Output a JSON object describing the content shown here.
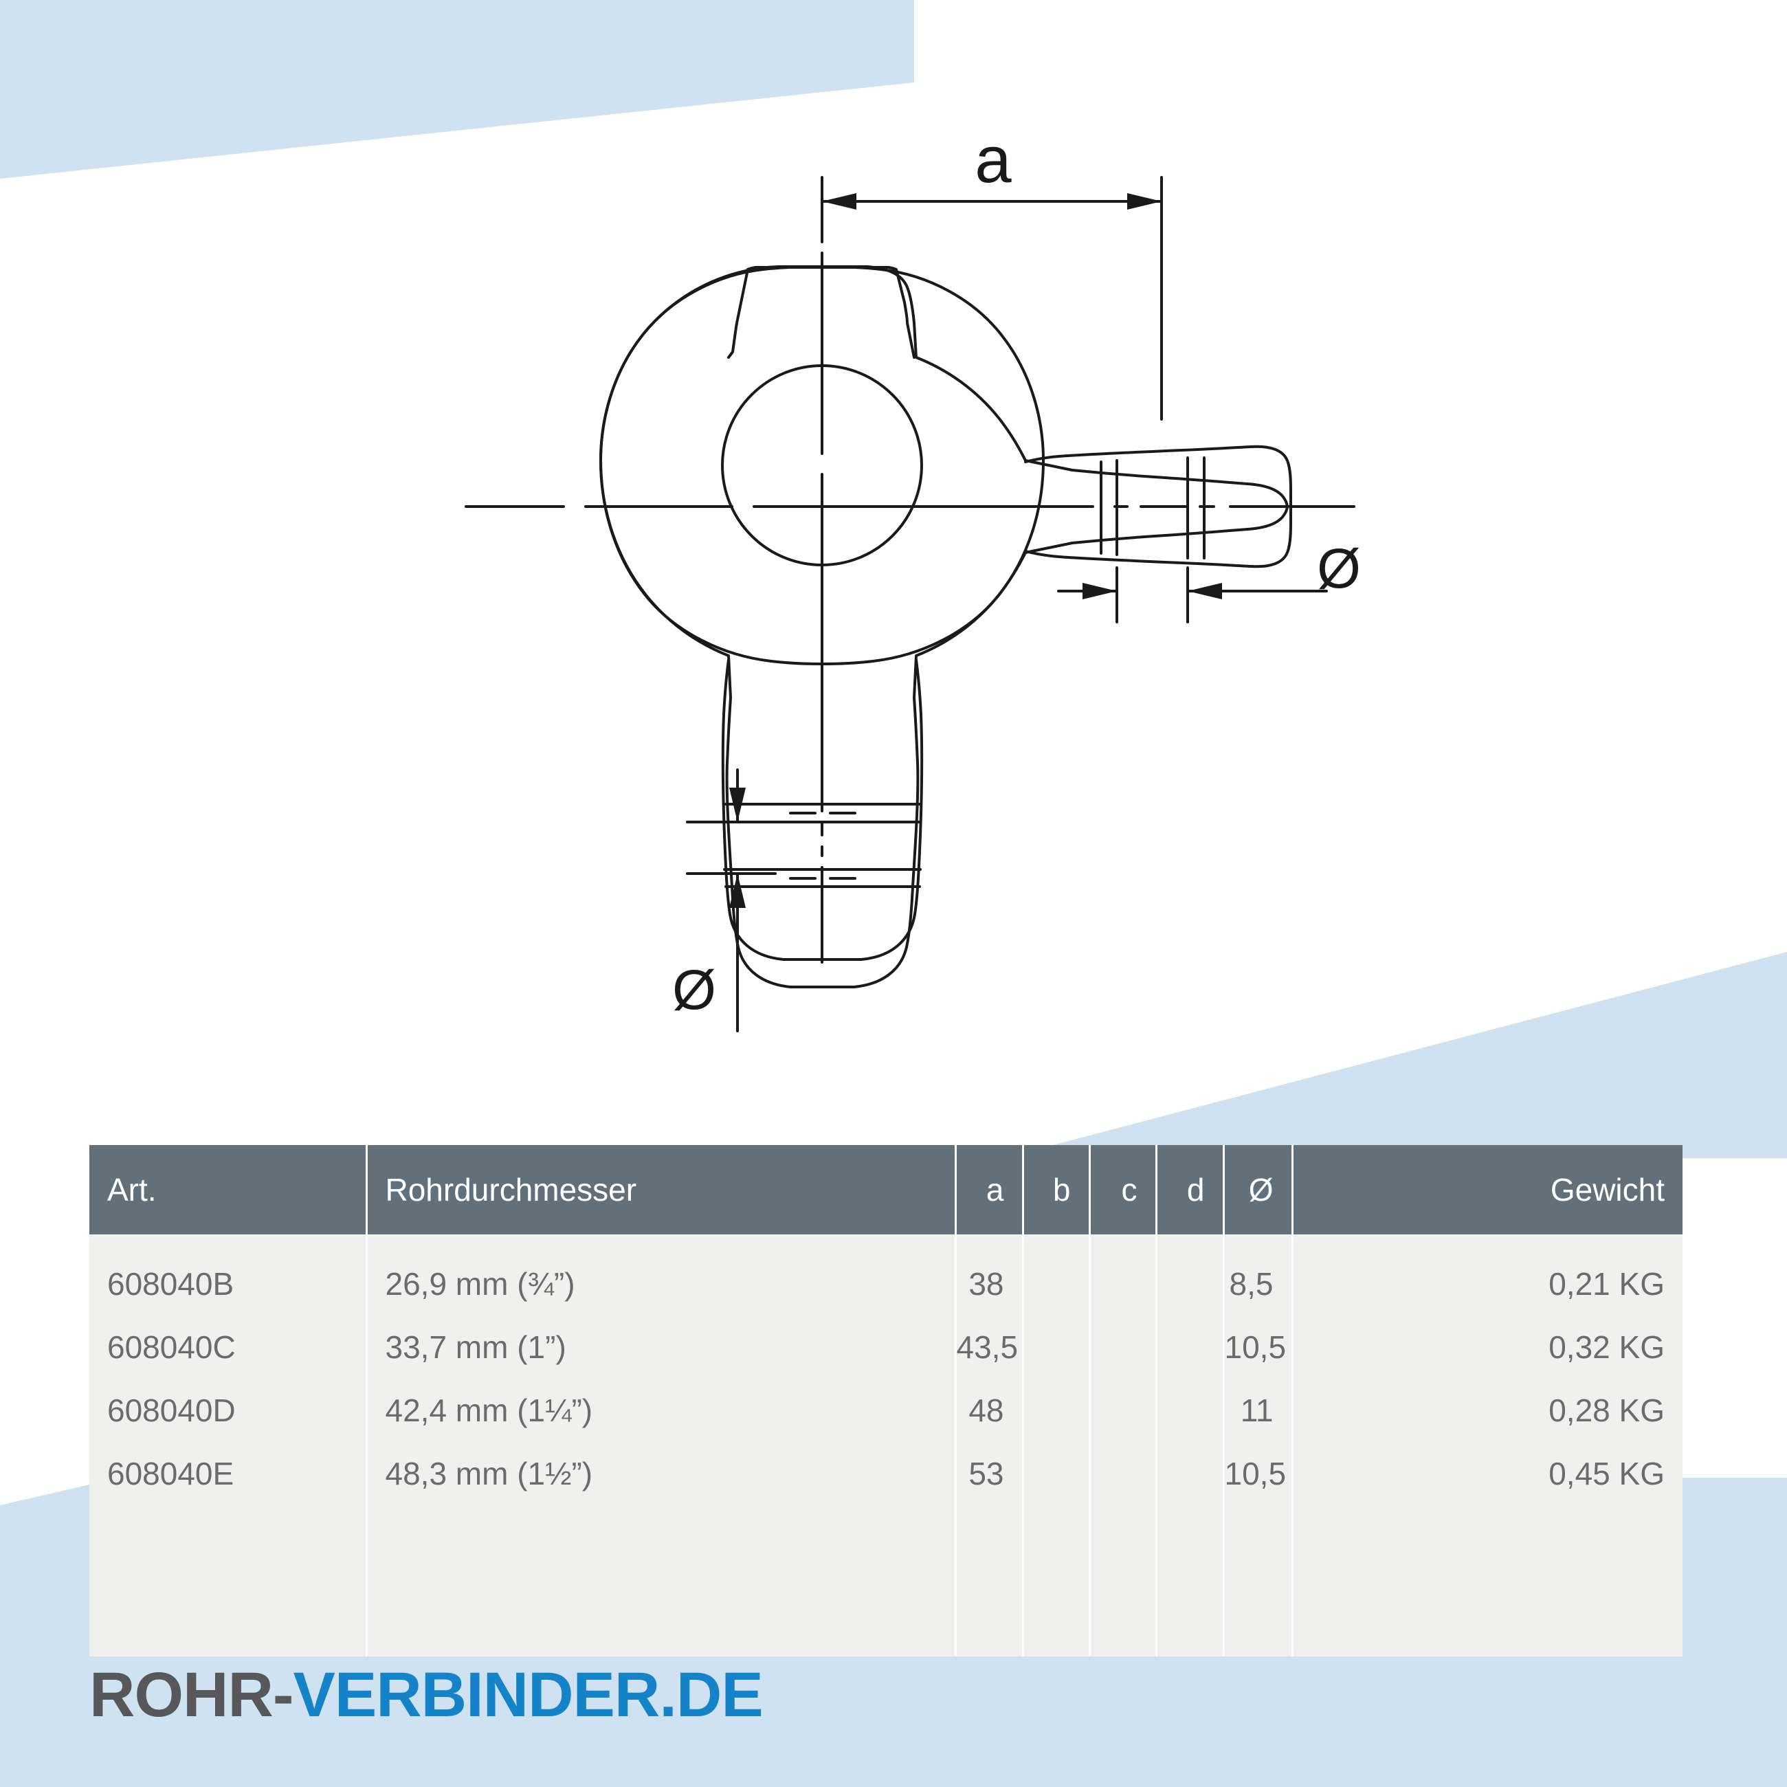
{
  "brand": {
    "logo_primary": "ROHR-",
    "logo_secondary": "VERBINDER.DE",
    "color_primary": "#58585a",
    "color_secondary": "#1583c7",
    "accent_light": "#cee2f2"
  },
  "drawing": {
    "title": "Rohrverbinder technische Zeichnung",
    "labels": {
      "a": "a",
      "diameter_right": "Ø",
      "diameter_bottom": "Ø"
    },
    "line_color": "#1a1a1a"
  },
  "table": {
    "header_bg": "#63707a",
    "body_bg": "#f0f0ef",
    "columns": [
      {
        "key": "art",
        "label": "Art.",
        "align": "left"
      },
      {
        "key": "rohr",
        "label": "Rohrdurchmesser",
        "align": "left"
      },
      {
        "key": "a",
        "label": "a",
        "align": "right"
      },
      {
        "key": "b",
        "label": "b",
        "align": "right"
      },
      {
        "key": "c",
        "label": "c",
        "align": "right"
      },
      {
        "key": "d",
        "label": "d",
        "align": "right"
      },
      {
        "key": "dia",
        "label": "Ø",
        "align": "right"
      },
      {
        "key": "gew",
        "label": "Gewicht",
        "align": "right"
      }
    ],
    "rows": [
      {
        "art": "608040B",
        "rohr": "26,9 mm (¾”)",
        "a": "38",
        "b": "",
        "c": "",
        "d": "",
        "dia": "8,5",
        "gew": "0,21 KG"
      },
      {
        "art": "608040C",
        "rohr": "33,7 mm (1”)",
        "a": "43,5",
        "b": "",
        "c": "",
        "d": "",
        "dia": "10,5",
        "gew": "0,32 KG"
      },
      {
        "art": "608040D",
        "rohr": "42,4 mm (1¼”)",
        "a": "48",
        "b": "",
        "c": "",
        "d": "",
        "dia": "11",
        "gew": "0,28 KG"
      },
      {
        "art": "608040E",
        "rohr": "48,3 mm (1½”)",
        "a": "53",
        "b": "",
        "c": "",
        "d": "",
        "dia": "10,5",
        "gew": "0,45 KG"
      }
    ]
  }
}
